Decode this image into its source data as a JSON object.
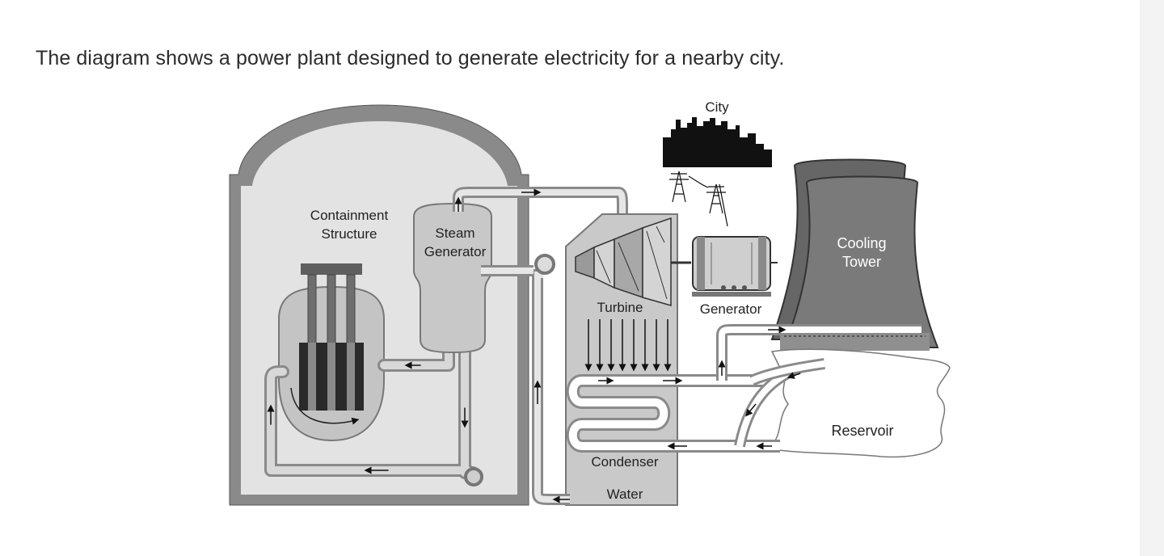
{
  "intro": {
    "text": "The diagram shows a power plant designed to generate electricity for a nearby city."
  },
  "diagram": {
    "labels": {
      "containment_line1": "Containment",
      "containment_line2": "Structure",
      "steam_line1": "Steam",
      "steam_line2": "Generator",
      "turbine": "Turbine",
      "generator": "Generator",
      "city": "City",
      "cooling_line1": "Cooling",
      "cooling_line2": "Tower",
      "reservoir": "Reservoir",
      "condenser": "Condenser",
      "water": "Water"
    }
  }
}
